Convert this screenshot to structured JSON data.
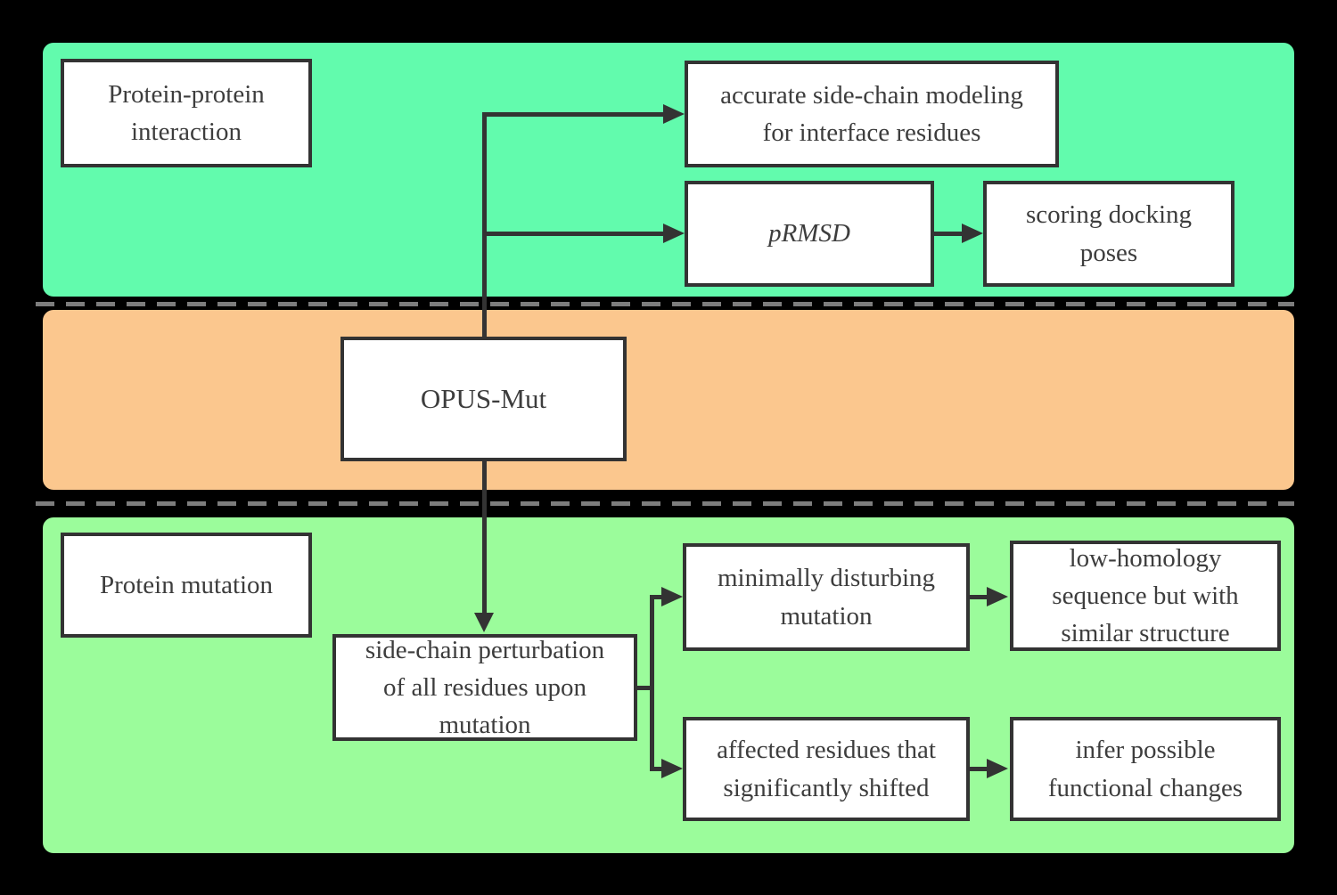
{
  "title": "OPUS-Mut application flowchart",
  "colors": {
    "background": "#000000",
    "section_top": "#62FBAD",
    "section_middle": "#FBC78E",
    "section_bottom": "#9BFC9B",
    "box_fill": "#ffffff",
    "box_border": "#333333",
    "arrow": "#333333",
    "dash": "#7d7d7d",
    "text": "#3d3d3d"
  },
  "boxes": {
    "ppi": {
      "label": "Protein-protein\ninteraction"
    },
    "accurate": {
      "label": "accurate side-chain modeling\nfor interface residues"
    },
    "prmsd": {
      "label": "pRMSD"
    },
    "scoring": {
      "label": "scoring docking\nposes"
    },
    "opus": {
      "label": "OPUS-Mut"
    },
    "pmut": {
      "label": "Protein mutation"
    },
    "sidechain": {
      "label": "side-chain perturbation\nof all residues upon\nmutation"
    },
    "minimally": {
      "label": "minimally disturbing\nmutation"
    },
    "lowhom": {
      "label": "low-homology\nsequence but with\nsimilar structure"
    },
    "affected": {
      "label": "affected residues that\nsignificantly shifted"
    },
    "infer": {
      "label": "infer possible\nfunctional changes"
    }
  },
  "edges": [
    {
      "from": "OPUS-Mut",
      "to": "accurate side-chain modeling for interface residues"
    },
    {
      "from": "OPUS-Mut",
      "to": "pRMSD"
    },
    {
      "from": "pRMSD",
      "to": "scoring docking poses"
    },
    {
      "from": "OPUS-Mut",
      "to": "side-chain perturbation of all residues upon mutation"
    },
    {
      "from": "side-chain perturbation of all residues upon mutation",
      "to": "minimally disturbing mutation"
    },
    {
      "from": "minimally disturbing mutation",
      "to": "low-homology sequence but with similar structure"
    },
    {
      "from": "side-chain perturbation of all residues upon mutation",
      "to": "affected residues that significantly shifted"
    },
    {
      "from": "affected residues that significantly shifted",
      "to": "infer possible functional changes"
    }
  ]
}
